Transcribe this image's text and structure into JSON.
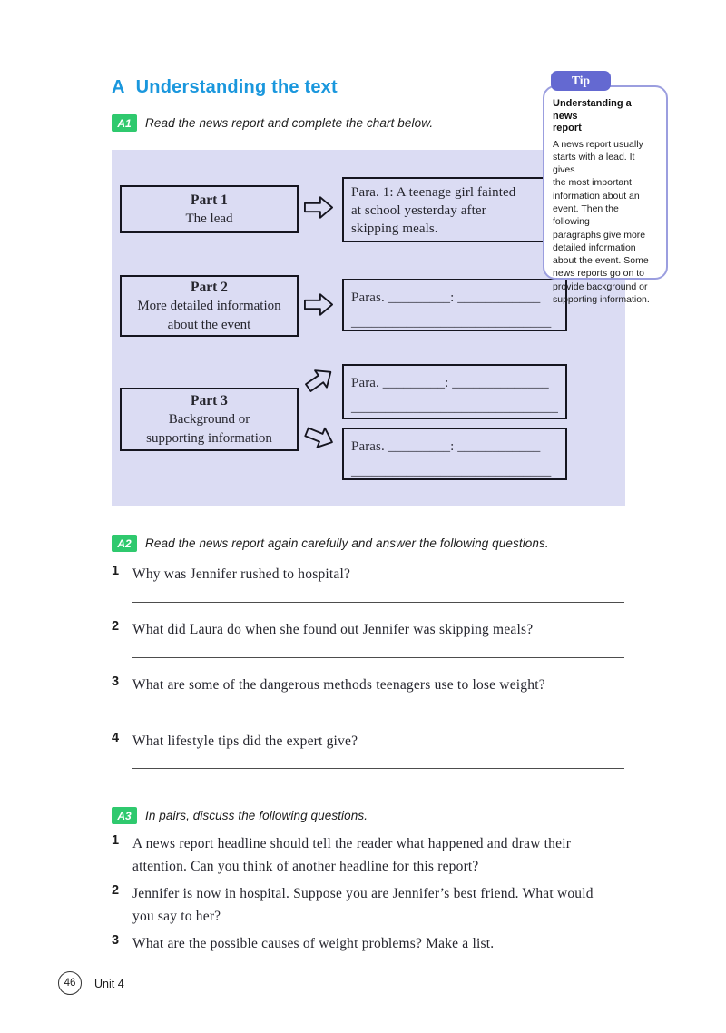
{
  "page": {
    "section_letter": "A",
    "section_title": "Understanding the text",
    "footer": {
      "page_number": "46",
      "unit": "Unit 4"
    }
  },
  "activities": {
    "a1": {
      "badge": "A1",
      "instruction": "Read the news report and complete the chart below."
    },
    "a2": {
      "badge": "A2",
      "instruction": "Read the news report again carefully and answer the following questions.",
      "questions": [
        {
          "num": "1",
          "text": "Why was Jennifer rushed to hospital?"
        },
        {
          "num": "2",
          "text": "What did Laura do when she found out Jennifer was skipping meals?"
        },
        {
          "num": "3",
          "text": "What are some of the dangerous methods teenagers use to lose weight?"
        },
        {
          "num": "4",
          "text": "What lifestyle tips did the expert give?"
        }
      ]
    },
    "a3": {
      "badge": "A3",
      "instruction": "In pairs, discuss the following questions.",
      "items": [
        {
          "num": "1",
          "text": "A news report headline should tell the reader what happened and draw their\nattention. Can you think of another headline for this report?"
        },
        {
          "num": "2",
          "text": "Jennifer is now in hospital. Suppose you are Jennifer’s best friend. What would\nyou say to her?"
        },
        {
          "num": "3",
          "text": "What are the possible causes of weight problems? Make a list."
        }
      ]
    }
  },
  "chart": {
    "parts": [
      {
        "title": "Part 1",
        "description": "The lead"
      },
      {
        "title": "Part 2",
        "description": "More detailed information\nabout the event"
      },
      {
        "title": "Part 3",
        "description": "Background or\nsupporting information"
      }
    ],
    "boxes": [
      {
        "text": "Para. 1: A teenage girl fainted\nat school yesterday after\nskipping meals."
      },
      {
        "text": "Paras. _________:  ____________\n_____________________________"
      },
      {
        "text": "Para. _________: ______________\n______________________________"
      },
      {
        "text": "Paras. _________:  ____________\n_____________________________"
      }
    ]
  },
  "tip": {
    "tab": "Tip",
    "heading": "Understanding a news\nreport",
    "body": "A news report usually\nstarts with a lead. It gives\nthe most important\ninformation about an\nevent. Then the following\nparagraphs give more\ndetailed information\nabout the event. Some\nnews reports go on to\nprovide background or\nsupporting information."
  },
  "colors": {
    "accent_blue": "#1a97dd",
    "badge_green": "#2fc96e",
    "panel_lavender": "#dbdcf3",
    "tip_purple": "#6469d1",
    "tip_border": "#9b9edf"
  }
}
